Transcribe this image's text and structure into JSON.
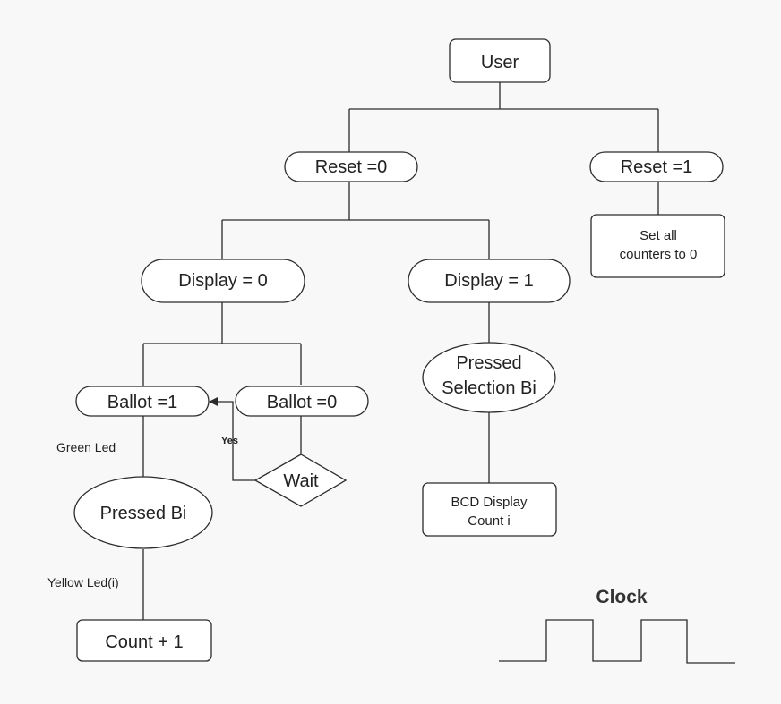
{
  "nodes": {
    "user": "User",
    "reset0": "Reset =0",
    "reset1": "Reset =1",
    "set_all_1": "Set all",
    "set_all_2": "counters to 0",
    "display0": "Display = 0",
    "display1": "Display = 1",
    "ballot1": "Ballot =1",
    "ballot0": "Ballot =0",
    "wait": "Wait",
    "pressed_bi": "Pressed Bi",
    "pressed_sel_1": "Pressed",
    "pressed_sel_2": "Selection Bi",
    "bcd_1": "BCD Display",
    "bcd_2": "Count i",
    "count": "Count + 1"
  },
  "labels": {
    "green_led": "Green Led",
    "yellow_led": "Yellow Led(i)",
    "yes": "Yes"
  },
  "clock": {
    "title": "Clock"
  }
}
